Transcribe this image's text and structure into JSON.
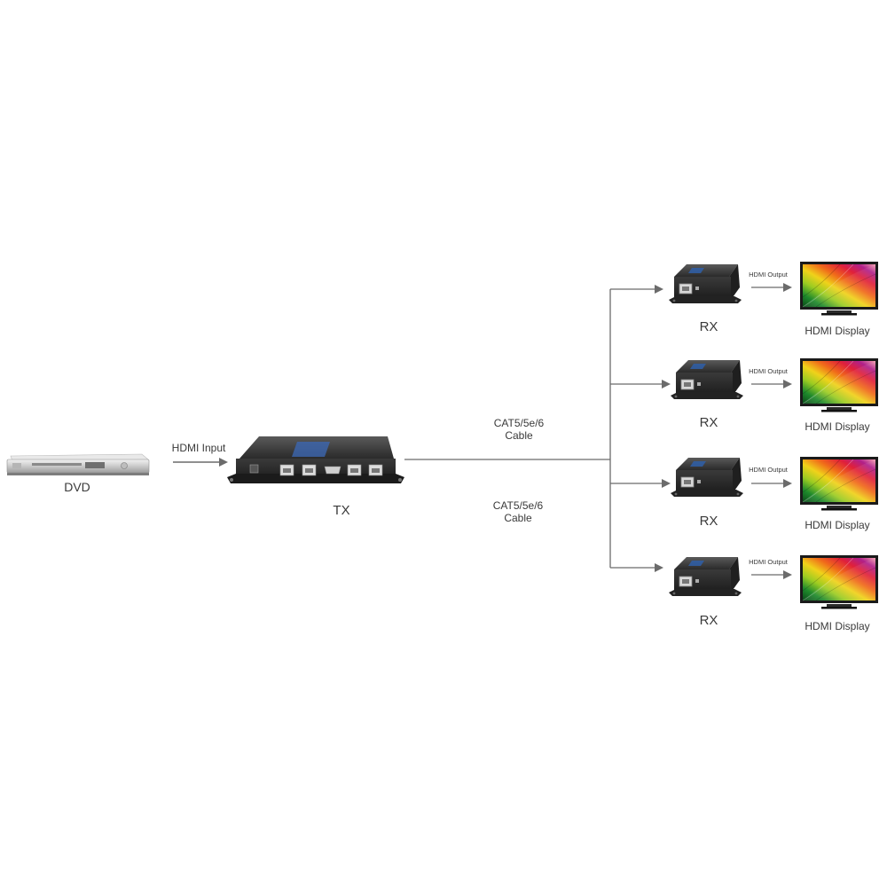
{
  "source": {
    "device_label": "DVD",
    "input_label": "HDMI Input",
    "icon": "dvd-player-icon"
  },
  "transmitter": {
    "label": "TX",
    "icon": "hdmi-extender-transmitter-icon"
  },
  "cable": {
    "label_top_line1": "CAT5/5e/6",
    "label_top_line2": "Cable",
    "label_bottom_line1": "CAT5/5e/6",
    "label_bottom_line2": "Cable"
  },
  "receivers": [
    {
      "label": "RX",
      "output_label": "HDMI Output",
      "display_label": "HDMI Display"
    },
    {
      "label": "RX",
      "output_label": "HDMI Output",
      "display_label": "HDMI Display"
    },
    {
      "label": "RX",
      "output_label": "HDMI Output",
      "display_label": "HDMI Display"
    },
    {
      "label": "RX",
      "output_label": "HDMI Output",
      "display_label": "HDMI Display"
    }
  ],
  "icons": {
    "receiver": "hdmi-extender-receiver-icon",
    "display": "hdmi-display-icon"
  },
  "colors": {
    "line": "#6b6b6b",
    "device_body": "#2b2b2b",
    "label": "#3a3a3a"
  }
}
